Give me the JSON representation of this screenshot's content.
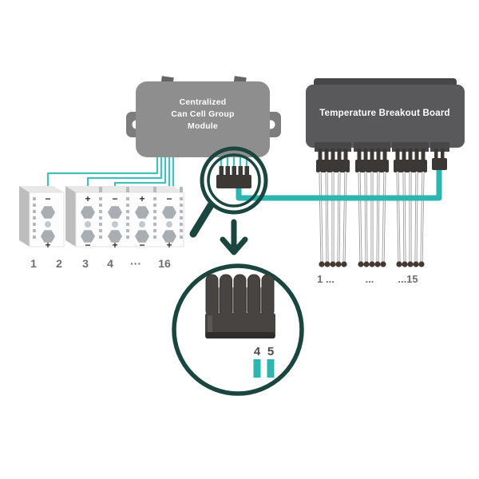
{
  "colors": {
    "teal_wire": "#2cb5b1",
    "teal_thin": "#44bfba",
    "dark_teal": "#1a463f",
    "module_gray": "#8e8e8e",
    "board_gray": "#59585a",
    "connector_dark": "#3b3836",
    "label_gray": "#6e6e6e"
  },
  "module": {
    "label_lines": [
      "Centralized",
      "Can Cell Group",
      "Module"
    ]
  },
  "board": {
    "label": "Temperature Breakout Board"
  },
  "cells": {
    "numbers": [
      "1",
      "2",
      "3",
      "4",
      "···",
      "16"
    ],
    "single": {
      "top_sign": "−",
      "bottom_sign": "+"
    },
    "group": [
      {
        "top": "+",
        "bottom": "−"
      },
      {
        "top": "−",
        "bottom": "+"
      },
      {
        "top": "+",
        "bottom": "−"
      },
      {
        "top": "−",
        "bottom": "+"
      }
    ]
  },
  "sensors": {
    "labels": [
      "1 ...",
      "...",
      "...15"
    ]
  },
  "inset": {
    "pin_labels": [
      "4",
      "5"
    ]
  }
}
